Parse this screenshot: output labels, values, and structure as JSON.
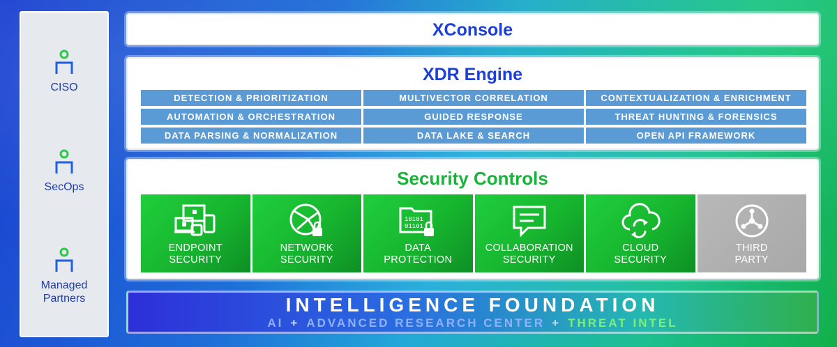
{
  "personas": [
    {
      "label": "CISO",
      "icon": "person-icon"
    },
    {
      "label": "SecOps",
      "icon": "person-icon"
    },
    {
      "label": "Managed\nPartners",
      "icon": "person-icon"
    }
  ],
  "xconsole": {
    "title": "XConsole"
  },
  "xdr_engine": {
    "title": "XDR Engine",
    "capabilities": [
      "DETECTION & PRIORITIZATION",
      "MULTIVECTOR CORRELATION",
      "CONTEXTUALIZATION & ENRICHMENT",
      "AUTOMATION & ORCHESTRATION",
      "GUIDED RESPONSE",
      "THREAT HUNTING & FORENSICS",
      "DATA PARSING & NORMALIZATION",
      "DATA LAKE & SEARCH",
      "OPEN API FRAMEWORK"
    ]
  },
  "security_controls": {
    "title": "Security Controls",
    "tiles": [
      {
        "label": "ENDPOINT\nSECURITY",
        "icon": "endpoint-devices-icon"
      },
      {
        "label": "NETWORK\nSECURITY",
        "icon": "network-lock-icon"
      },
      {
        "label": "DATA\nPROTECTION",
        "icon": "data-folder-lock-icon"
      },
      {
        "label": "COLLABORATION\nSECURITY",
        "icon": "chat-bubble-icon"
      },
      {
        "label": "CLOUD\nSECURITY",
        "icon": "cloud-sync-icon"
      },
      {
        "label": "THIRD\nPARTY",
        "icon": "integration-hub-icon"
      }
    ]
  },
  "foundation": {
    "title": "INTELLIGENCE FOUNDATION",
    "parts": [
      "AI",
      "ADVANCED RESEARCH CENTER",
      "THREAT INTEL"
    ],
    "separator": "+"
  },
  "colors": {
    "primary_blue": "#1c3fd6",
    "capability_blue": "#5b9bd5",
    "control_green": "#18b43a",
    "third_party_gray": "#a8a8a8"
  }
}
